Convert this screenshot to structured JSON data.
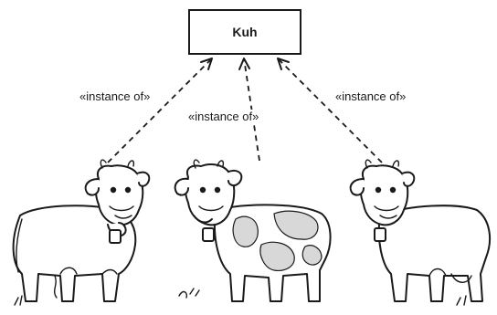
{
  "class_box": {
    "name": "Kuh"
  },
  "relations": [
    {
      "label": "«instance of»"
    },
    {
      "label": "«instance of»"
    },
    {
      "label": "«instance of»"
    }
  ]
}
